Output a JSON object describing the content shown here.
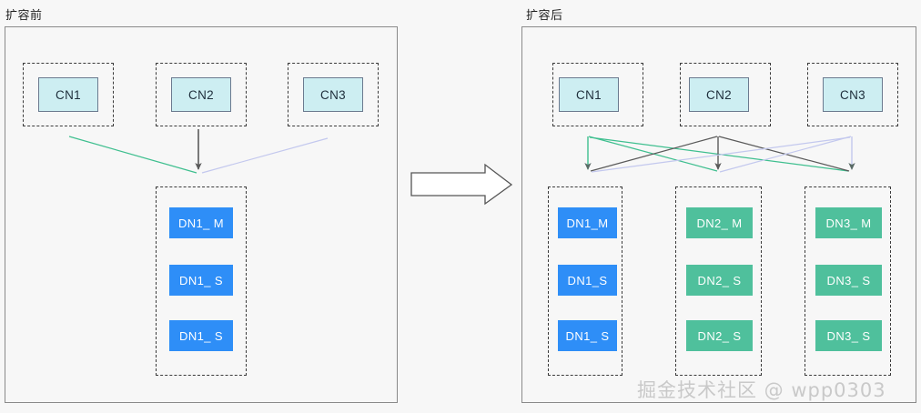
{
  "page": {
    "background": "#f7f7f7",
    "watermark": "掘金技术社区 @ wpp0303"
  },
  "panels": [
    {
      "id": "before",
      "title": "扩容前",
      "cn_nodes": [
        {
          "label": "CN1"
        },
        {
          "label": "CN2"
        },
        {
          "label": "CN3"
        }
      ],
      "dn_groups": [
        {
          "color": "#2e8ef7",
          "nodes": [
            {
              "label": "DN1_ M"
            },
            {
              "label": "DN1_ S"
            },
            {
              "label": "DN1_ S"
            }
          ]
        }
      ]
    },
    {
      "id": "after",
      "title": "扩容后",
      "cn_nodes": [
        {
          "label": "CN1"
        },
        {
          "label": "CN2"
        },
        {
          "label": "CN3"
        }
      ],
      "dn_groups": [
        {
          "color": "#2e8ef7",
          "nodes": [
            {
              "label": "DN1_M"
            },
            {
              "label": "DN1_S"
            },
            {
              "label": "DN1_ S"
            }
          ]
        },
        {
          "color": "#4fc09c",
          "nodes": [
            {
              "label": "DN2_ M"
            },
            {
              "label": "DN2_ S"
            },
            {
              "label": "DN2_ S"
            }
          ]
        },
        {
          "color": "#4fc09c",
          "nodes": [
            {
              "label": "DN3_ M"
            },
            {
              "label": "DN3_ S"
            },
            {
              "label": "DN3_ S"
            }
          ]
        }
      ]
    }
  ],
  "transition": {
    "icon": "right-block-arrow"
  },
  "edge_colors": {
    "cn1": "#3fbf8f",
    "cn2": "#5a5a5a",
    "cn3": "#c3c8ee"
  }
}
